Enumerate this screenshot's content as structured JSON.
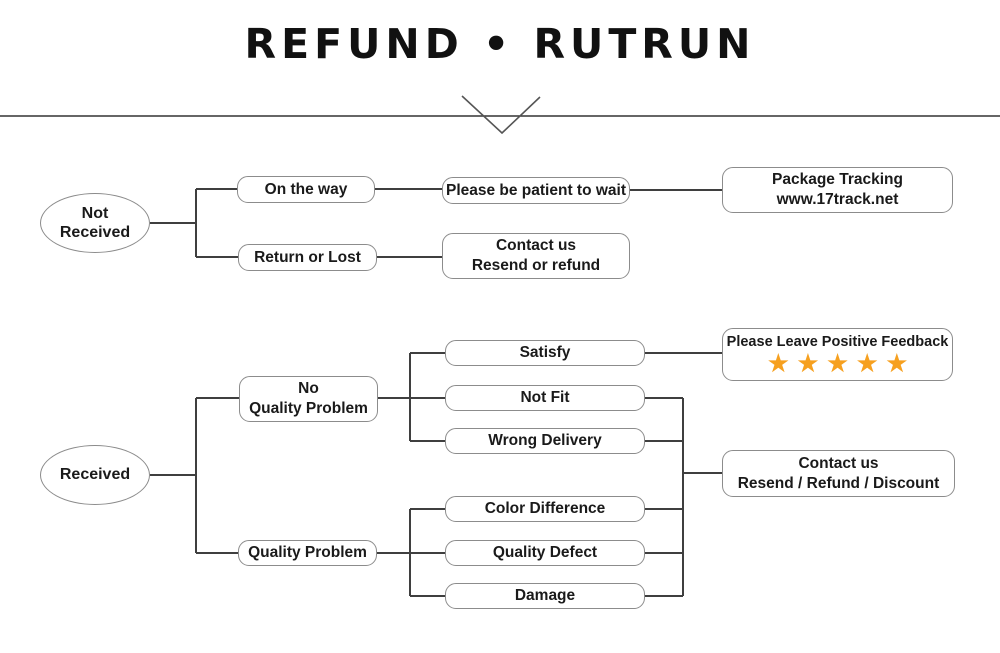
{
  "title": "REFUND • RUTRUN",
  "colors": {
    "star": "#F6A01F",
    "connector": "#3f3f3f",
    "box_border": "#8c8c8c",
    "text": "#1a1a1a"
  },
  "icons": {
    "star": "★",
    "chevron_down": "v-chevron"
  },
  "flowchart": {
    "nodes": {
      "not_received": {
        "line1": "Not",
        "line2": "Received"
      },
      "on_the_way": {
        "label": "On the way"
      },
      "return_or_lost": {
        "label": "Return or Lost"
      },
      "please_be_patient": {
        "label": "Please be patient to wait"
      },
      "package_tracking": {
        "line1": "Package Tracking",
        "line2": "www.17track.net"
      },
      "contact_us_top": {
        "line1": "Contact us",
        "line2": "Resend or refund"
      },
      "received": {
        "label": "Received"
      },
      "no_quality_problem": {
        "line1": "No",
        "line2": "Quality Problem"
      },
      "satisfy": {
        "label": "Satisfy"
      },
      "not_fit": {
        "label": "Not Fit"
      },
      "wrong_delivery": {
        "label": "Wrong Delivery"
      },
      "positive_feedback": {
        "label": "Please Leave Positive Feedback",
        "stars": 5
      },
      "quality_problem": {
        "label": "Quality Problem"
      },
      "color_difference": {
        "label": "Color Difference"
      },
      "quality_defect": {
        "label": "Quality Defect"
      },
      "damage": {
        "label": "Damage"
      },
      "contact_us_bottom": {
        "line1": "Contact us",
        "line2": "Resend / Refund / Discount"
      }
    },
    "edges": [
      "Not Received -> On the way",
      "Not Received -> Return or Lost",
      "On the way -> Please be patient to wait",
      "Please be patient to wait -> Package Tracking www.17track.net",
      "Return or Lost -> Contact us Resend or refund",
      "Received -> No Quality Problem",
      "Received -> Quality Problem",
      "No Quality Problem -> Satisfy",
      "No Quality Problem -> Not Fit",
      "No Quality Problem -> Wrong Delivery",
      "Satisfy -> Please Leave Positive Feedback",
      "Not Fit -> Contact us Resend / Refund / Discount",
      "Wrong Delivery -> Contact us Resend / Refund / Discount",
      "Quality Problem -> Color Difference",
      "Quality Problem -> Quality Defect",
      "Quality Problem -> Damage",
      "Color Difference -> Contact us Resend / Refund / Discount",
      "Quality Defect -> Contact us Resend / Refund / Discount",
      "Damage -> Contact us Resend / Refund / Discount"
    ]
  }
}
